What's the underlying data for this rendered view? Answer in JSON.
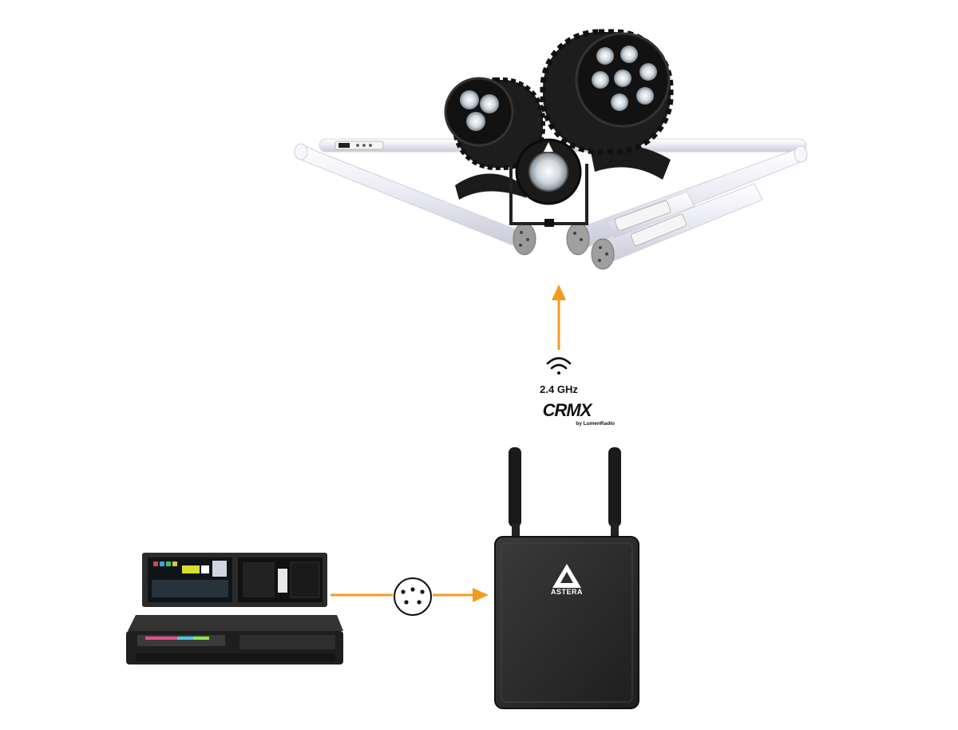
{
  "wireless": {
    "frequency": "2.4 GHz",
    "protocol": "CRMX",
    "protocol_sub": "by LumenRadio"
  },
  "receiver": {
    "brand": "ASTERA"
  },
  "colors": {
    "arrow": "#F39C1F",
    "device_dark": "#2a2a2a",
    "tube": "#eeeef6"
  },
  "icons": {
    "wireless": "wifi-icon",
    "dmx": "dmx-connector-icon",
    "brand": "astera-logo-icon"
  }
}
